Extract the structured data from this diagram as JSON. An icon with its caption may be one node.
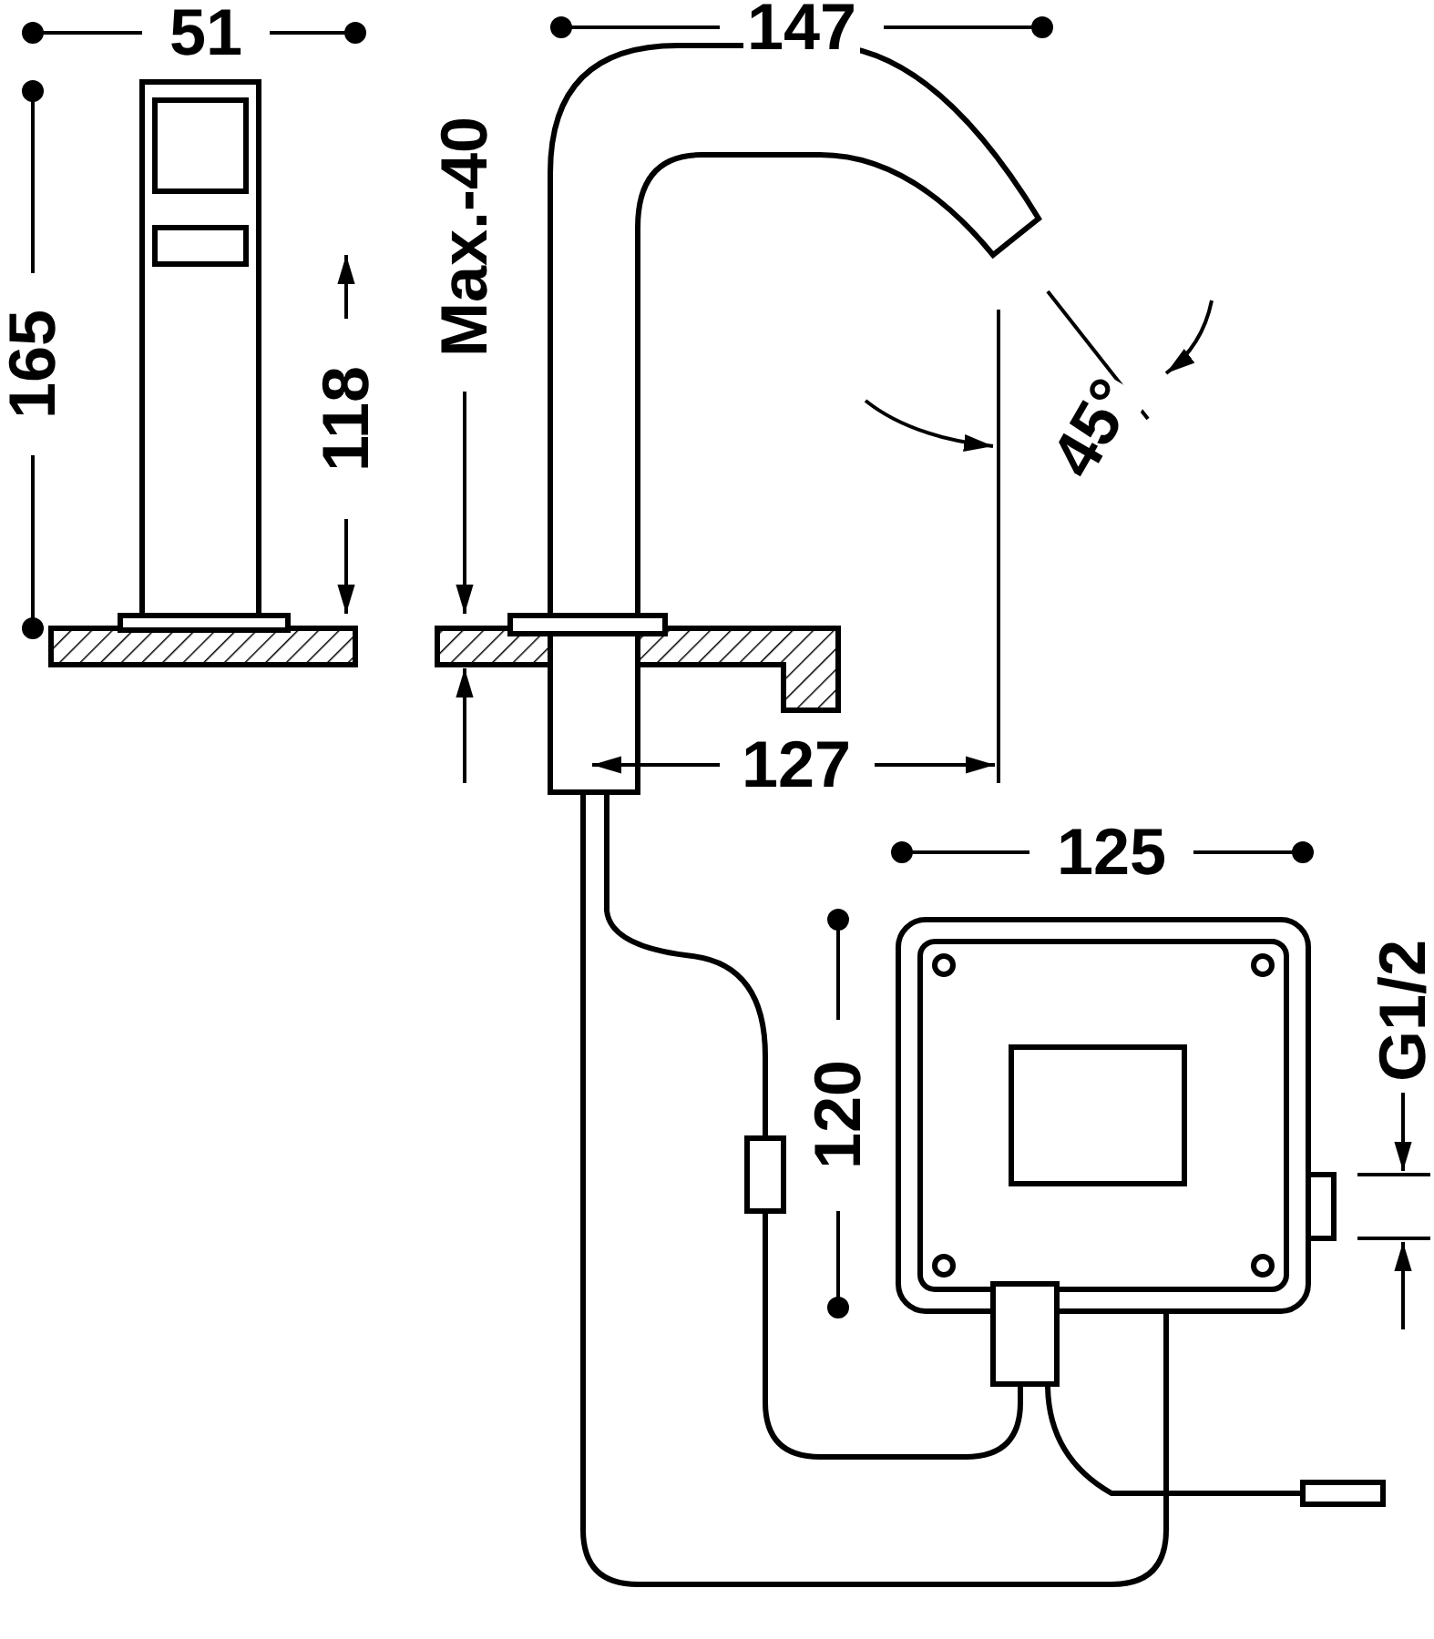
{
  "diagram": {
    "labels": [
      "51",
      "147",
      "165",
      "118",
      "Max.-40",
      "45°",
      "127",
      "125",
      "120",
      "G1/2"
    ]
  }
}
